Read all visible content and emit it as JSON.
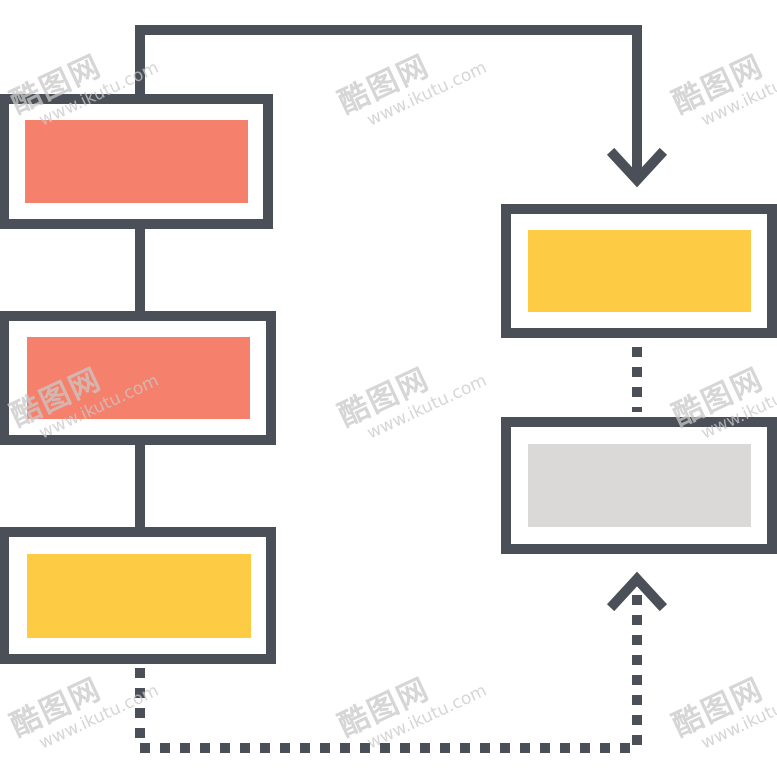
{
  "diagram": {
    "colors": {
      "stroke": "#4b4f57",
      "red": "#f5806b",
      "yellow": "#fecb45",
      "gray": "#dbd8d8",
      "background": "#ffffff"
    },
    "left_boxes": [
      {
        "id": "box-left-1",
        "fill": "red"
      },
      {
        "id": "box-left-2",
        "fill": "red"
      },
      {
        "id": "box-left-3",
        "fill": "yellow"
      }
    ],
    "right_boxes": [
      {
        "id": "box-right-1",
        "fill": "yellow"
      },
      {
        "id": "box-right-2",
        "fill": "gray"
      }
    ],
    "connectors": [
      {
        "from": "box-left-1",
        "to": "box-right-1",
        "style": "solid",
        "arrow": "down"
      },
      {
        "from": "box-left-3",
        "to": "box-right-2",
        "style": "dotted",
        "arrow": "up"
      },
      {
        "from": "box-left-1",
        "to": "box-left-2",
        "style": "solid"
      },
      {
        "from": "box-left-2",
        "to": "box-left-3",
        "style": "solid"
      },
      {
        "from": "box-right-1",
        "to": "box-right-2",
        "style": "dotted"
      }
    ]
  },
  "watermark": {
    "brand": "酷图网",
    "url": "www.ikutu.com"
  }
}
